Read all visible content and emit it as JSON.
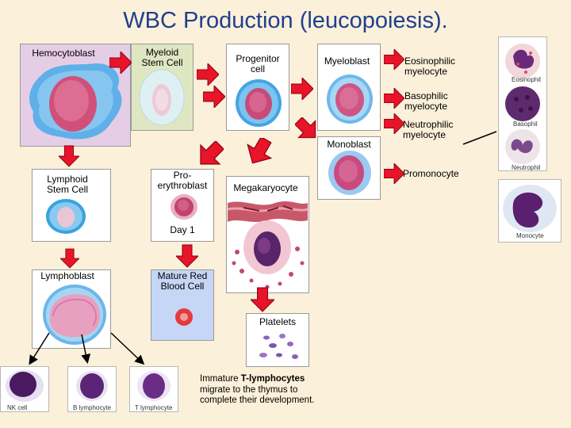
{
  "title": "WBC Production (leucopoiesis).",
  "labels": {
    "hemocytoblast": "Hemocytoblast",
    "myeloid": "Myeloid\nStem Cell",
    "progenitor": "Progenitor\ncell",
    "myeloblast": "Myeloblast",
    "eosinophilic": "Eosinophilic\nmyelocyte",
    "basophilic": "Basophilic\nmyelocyte",
    "neutrophilic": "Neutrophilic\nmyelocyte",
    "monoblast": "Monoblast",
    "promonocyte": "Promonocyte",
    "lymphoid": "Lymphoid\nStem Cell",
    "proerythroblast": "Pro-\nerythroblast",
    "megakaryocyte": "Megakaryocyte",
    "day1": "Day 1",
    "lymphoblast": "Lymphoblast",
    "mature_rbc": "Mature Red\nBlood Cell",
    "platelets": "Platelets"
  },
  "note": {
    "line1_prefix": "Immature ",
    "line1_bold": "T-lymphocytes",
    "line2": "migrate to the thymus to",
    "line3": "complete their development."
  },
  "photo_captions": {
    "eosinophil": "Eosinophil",
    "basophil": "Basophil",
    "neutrophil": "Neutrophil",
    "monocyte": "Monocyte",
    "nk": "NK cell",
    "b": "B lymphocyte",
    "t": "T lymphocyte"
  },
  "colors": {
    "title": "#1f3f8f",
    "arrow": "#e8142a",
    "hemocytoblast_panel": "#e6cde6",
    "myeloid_panel": "#dfe6c2",
    "blue_panel": "#c6d6f6",
    "white_panel": "#ffffff"
  }
}
